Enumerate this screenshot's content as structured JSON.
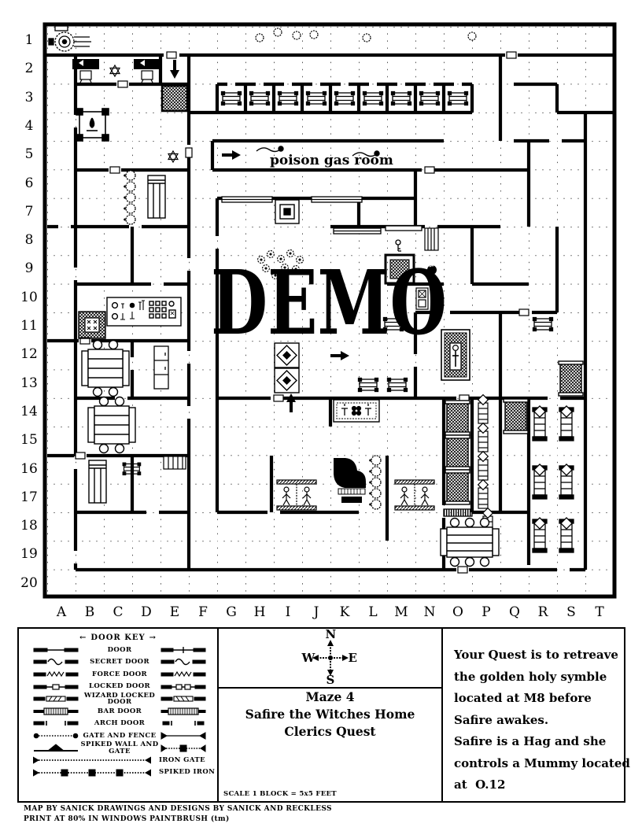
{
  "map": {
    "demo_watermark": "DEMO",
    "poison_gas_label": "poison gas room",
    "row_labels": [
      "1",
      "2",
      "3",
      "4",
      "5",
      "6",
      "7",
      "8",
      "9",
      "10",
      "11",
      "12",
      "13",
      "14",
      "15",
      "16",
      "17",
      "18",
      "19",
      "20"
    ],
    "col_labels": [
      "A",
      "B",
      "C",
      "D",
      "E",
      "F",
      "G",
      "H",
      "I",
      "J",
      "K",
      "L",
      "M",
      "N",
      "O",
      "P",
      "Q",
      "R",
      "S",
      "T"
    ],
    "icon_names": [
      "entry-machine",
      "banner",
      "star-seal",
      "down-arrow-entrance",
      "stairs-block",
      "cell-cot",
      "fountain",
      "poison-arrow",
      "gas-snake",
      "iron-gate-circles",
      "bed",
      "ornate-fountain",
      "flowers",
      "alchemy-bench",
      "hatched-altar",
      "table-with-chairs",
      "cabinet",
      "diamond-tile",
      "right-arrow",
      "key",
      "orb",
      "sarcophagus-mummy",
      "hatched-cot",
      "up-arrow",
      "altar-table",
      "grand-piano",
      "statue-pair",
      "spiked-rack",
      "bar-door",
      "stairs"
    ]
  },
  "legend": {
    "title": "DOOR KEY",
    "arrow_left": "←",
    "arrow_right": "→",
    "items": [
      {
        "label": "DOOR"
      },
      {
        "label": "SECRET DOOR"
      },
      {
        "label": "FORCE DOOR"
      },
      {
        "label": "LOCKED DOOR"
      },
      {
        "label": "WIZARD LOCKED DOOR"
      },
      {
        "label": "BAR DOOR"
      },
      {
        "label": "ARCH DOOR"
      },
      {
        "label": "GATE AND FENCE"
      },
      {
        "label": "SPIKED WALL AND GATE"
      },
      {
        "label": "IRON GATE"
      },
      {
        "label": "SPIKED IRON GATE"
      }
    ]
  },
  "compass": {
    "n": "N",
    "w": "W",
    "e": "E",
    "s": "S"
  },
  "info_panel": {
    "title_lines": [
      "Maze 4",
      "Safire the Witches Home",
      "Clerics Quest"
    ],
    "scale_note": "SCALE 1 BLOCK = 5x5 FEET"
  },
  "quest_panel": {
    "lines": [
      "Your Quest is to retreave",
      "the golden holy symble",
      "located at M8 before",
      "Safire awakes.",
      "Safire is a Hag and she",
      "controls a Mummy located",
      "at  O.12"
    ]
  },
  "credits": {
    "line1": "MAP BY SANICK  DRAWINGS AND DESIGNS BY SANICK AND RECKLESS",
    "line2": "PRINT AT 80% IN WINDOWS PAINTBRUSH (tm)"
  }
}
